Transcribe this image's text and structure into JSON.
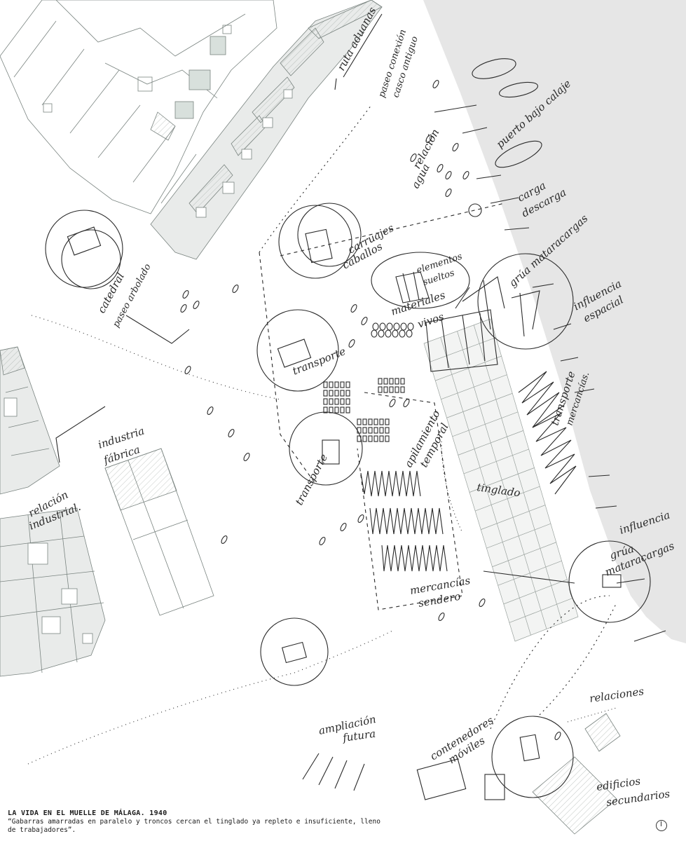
{
  "caption": {
    "title": "LA VIDA EN EL MUELLE DE MÁLAGA. 1940",
    "quote_line1": "“Gabarras amarradas en paralelo y troncos cercan el tinglado ya repleto e insuficiente, lleno",
    "quote_line2": "de trabajadores”."
  },
  "annotations": {
    "ruta_aduanas": "ruta aduanas",
    "paseo_conexion": "paseo conexión",
    "casco_antiguo": "casco antiguo",
    "relacion_agua_1": "relación",
    "relacion_agua_2": "agua",
    "puerto_calaje": "puerto bajo calaje",
    "carga": "carga",
    "descarga": "descarga",
    "carruajes": "carruajes",
    "caballos": "caballos",
    "elementos": "elementos",
    "sueltos": "sueltos",
    "materiales": "materiales",
    "vivos": "vivos",
    "grua_1": "grúa mataracargas",
    "influencia_espacial_1": "influencia",
    "influencia_espacial_2": "espacial",
    "catedral": "catedral",
    "paseo_arbolado": "paseo arbolado",
    "transporte_1": "transporte",
    "transporte_mercancias_1": "transporte",
    "transporte_mercancias_2": "mercancías.",
    "industria": "industria",
    "fabrica": "fábrica",
    "apilamiento_1": "apilamiento",
    "apilamiento_2": "temporal",
    "tinglado": "tinglado",
    "transporte_2": "transporte",
    "relacion_industrial_1": "relación",
    "relacion_industrial_2": "industrial.",
    "influencia_2": "influencia",
    "grua_2a": "grúa",
    "grua_2b": "mataracargas",
    "mercancias_1": "mercancías",
    "mercancias_2": "sendero",
    "ampliacion_1": "ampliación",
    "ampliacion_2": "futura",
    "relaciones": "relaciones",
    "contenedores_1": "contenedores",
    "contenedores_2": "móviles",
    "edificios_1": "edificios",
    "edificios_2": "secundarios"
  },
  "colors": {
    "ink": "#2a2a2a",
    "block_fill": "#e9ebea",
    "sea_fill": "#e6e6e6",
    "patio_fill": "#d8e0dc",
    "line": "#7a8480"
  }
}
